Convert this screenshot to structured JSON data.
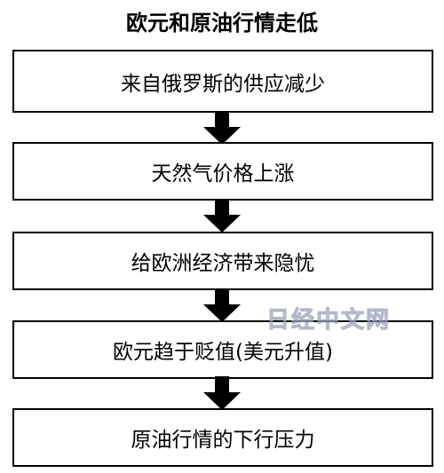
{
  "title": "欧元和原油行情走低",
  "steps": [
    "来自俄罗斯的供应减少",
    "天然气价格上涨",
    "给欧洲经济带来隐忧",
    "欧元趋于贬值(美元升值)",
    "原油行情的下行压力"
  ],
  "watermark": "日经中文网",
  "colors": {
    "border": "#000000",
    "arrow": "#000000",
    "background": "#ffffff"
  }
}
